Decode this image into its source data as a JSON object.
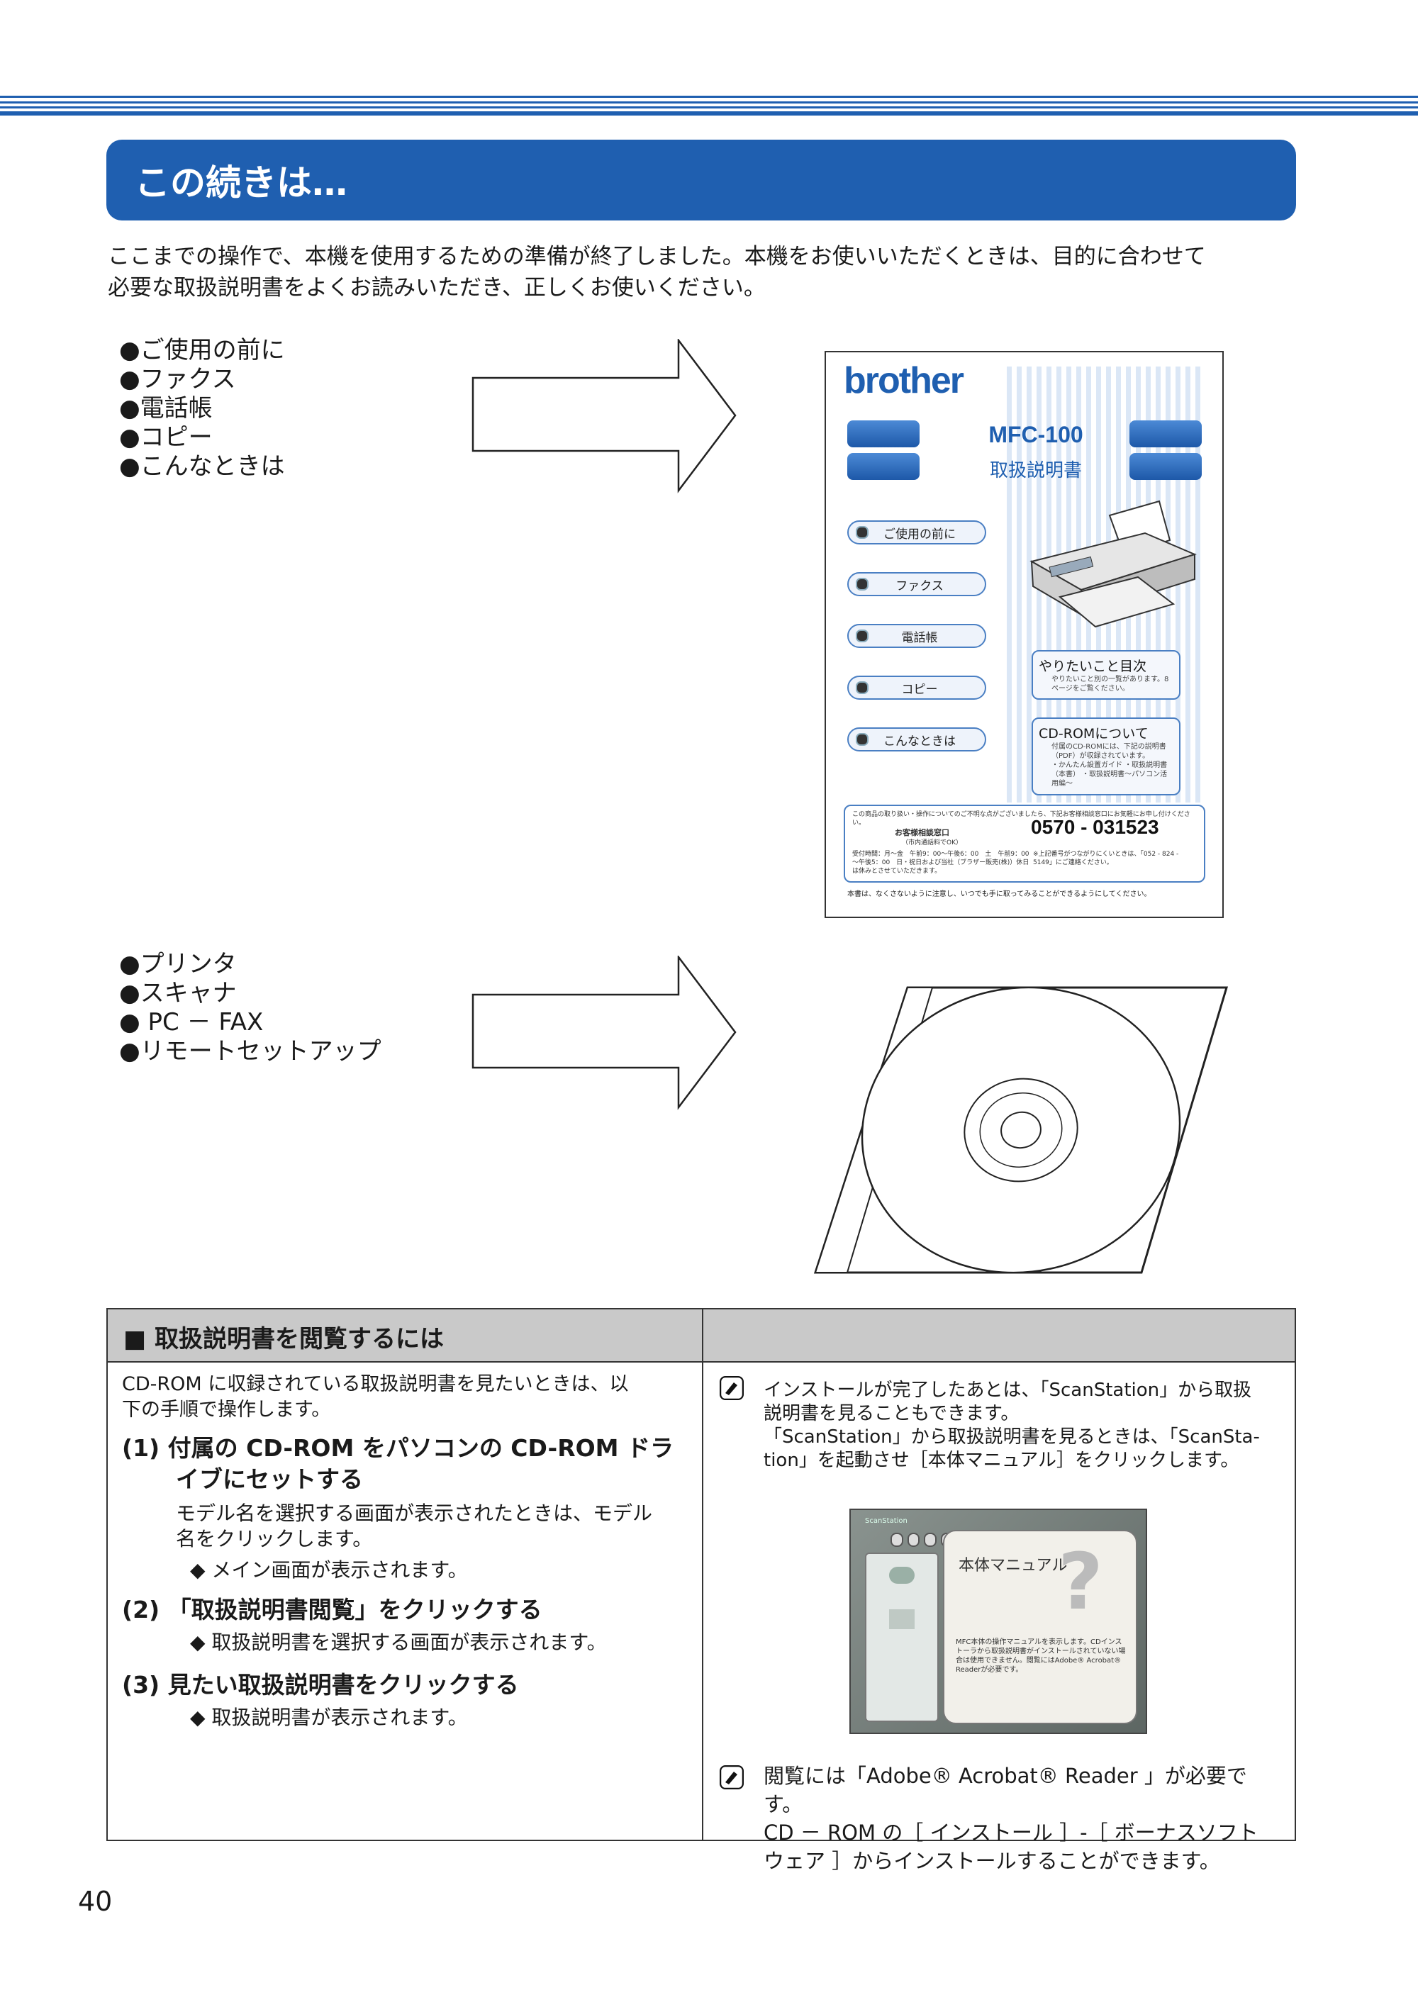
{
  "header": {
    "title": "この続きは…"
  },
  "intro": {
    "line1": "ここまでの操作で、本機を使用するための準備が終了しました。本機をお使いいただくときは、目的に合わせて",
    "line2": "必要な取扱説明書をよくお読みいただき、正しくお使いください。"
  },
  "manual_list": [
    "●ご使用の前に",
    "●ファクス",
    "●電話帳",
    "●コピー",
    "●こんなときは"
  ],
  "cd_list": [
    "●プリンタ",
    "●スキャナ",
    "● PC － FAX",
    "●リモートセットアップ"
  ],
  "manual_cover": {
    "logo": "brother",
    "model": "MFC-100",
    "title": "取扱説明書",
    "chapters": [
      "ご使用の前に",
      "ファクス",
      "電話帳",
      "コピー",
      "こんなときは"
    ],
    "box1_title": "やりたいこと目次",
    "box1_text": "やりたいこと別の一覧があります。8ページをご覧ください。",
    "box2_title": "CD-ROMについて",
    "box2_text": "付属のCD-ROMには、下記の説明書（PDF）が収録されています。",
    "box2_items": "・かんたん設置ガイド ・取扱説明書（本書） ・取扱説明書～パソコン活用編～",
    "footer_intro": "この商品の取り扱い・操作についてのご不明な点がございましたら、下記お客様相談窓口にお気軽にお申し付けください。",
    "footer_label": "お客様相談窓口",
    "footer_sub": "（市内通話料でOK）",
    "phone": "0570 - 031523",
    "hours": "受付時間：月～金　午前9：00～午後6：00　土　午前9：00～午後5：00　日・祝日および当社（ブラザー販売(株)）休日は休みとさせていただきます。",
    "alt_note": "※上記番号がつながりにくいときは、「052 - 824 - 5149」にご連絡ください。",
    "bottom_note": "本書は、なくさないように注意し、いつでも手に取ってみることができるようにしてください。"
  },
  "table": {
    "header": "■ 取扱説明書を閲覧するには",
    "intro1": "CD-ROM に収録されている取扱説明書を見たいときは、以",
    "intro2": "下の手順で操作します。",
    "step1_title1": "(1)  付属の CD-ROM をパソコンの CD-ROM ドラ",
    "step1_title2": "イブにセットする",
    "step1_body1": "モデル名を選択する画面が表示されたときは、モデル",
    "step1_body2": "名をクリックします。",
    "step1_result": "◆  メイン画面が表示されます。",
    "step2_title": "(2) 「取扱説明書閲覧」をクリックする",
    "step2_result": "◆  取扱説明書を選択する画面が表示されます。",
    "step3_title": "(3)  見たい取扱説明書をクリックする",
    "step3_result": "◆  取扱説明書が表示されます。",
    "note1_l1": "インストールが完了したあとは、「ScanStation」から取扱",
    "note1_l2": "説明書を見ることもできます。",
    "note1_l3": "「ScanStation」から取扱説明書を見るときは、「ScanSta-",
    "note1_l4": "tion」を起動させ［本体マニュアル］をクリックします。",
    "note2_l1": "閲覧には「Adobe® Acrobat® Reader 」が必要です。",
    "note2_l2": "CD － ROM の［ インストール ］-［ ボーナスソフト",
    "note2_l3": "ウェア ］からインストールすることができます。"
  },
  "screenshot": {
    "app_name": "ScanStation",
    "panel_title": "本体マニュアル",
    "panel_text": "MFC本体の操作マニュアルを表示します。CDインストーラから取扱説明書がインストールされていない場合は使用できません。閲覧にはAdobe® Acrobat® Readerが必要です。"
  },
  "page_number": "40"
}
